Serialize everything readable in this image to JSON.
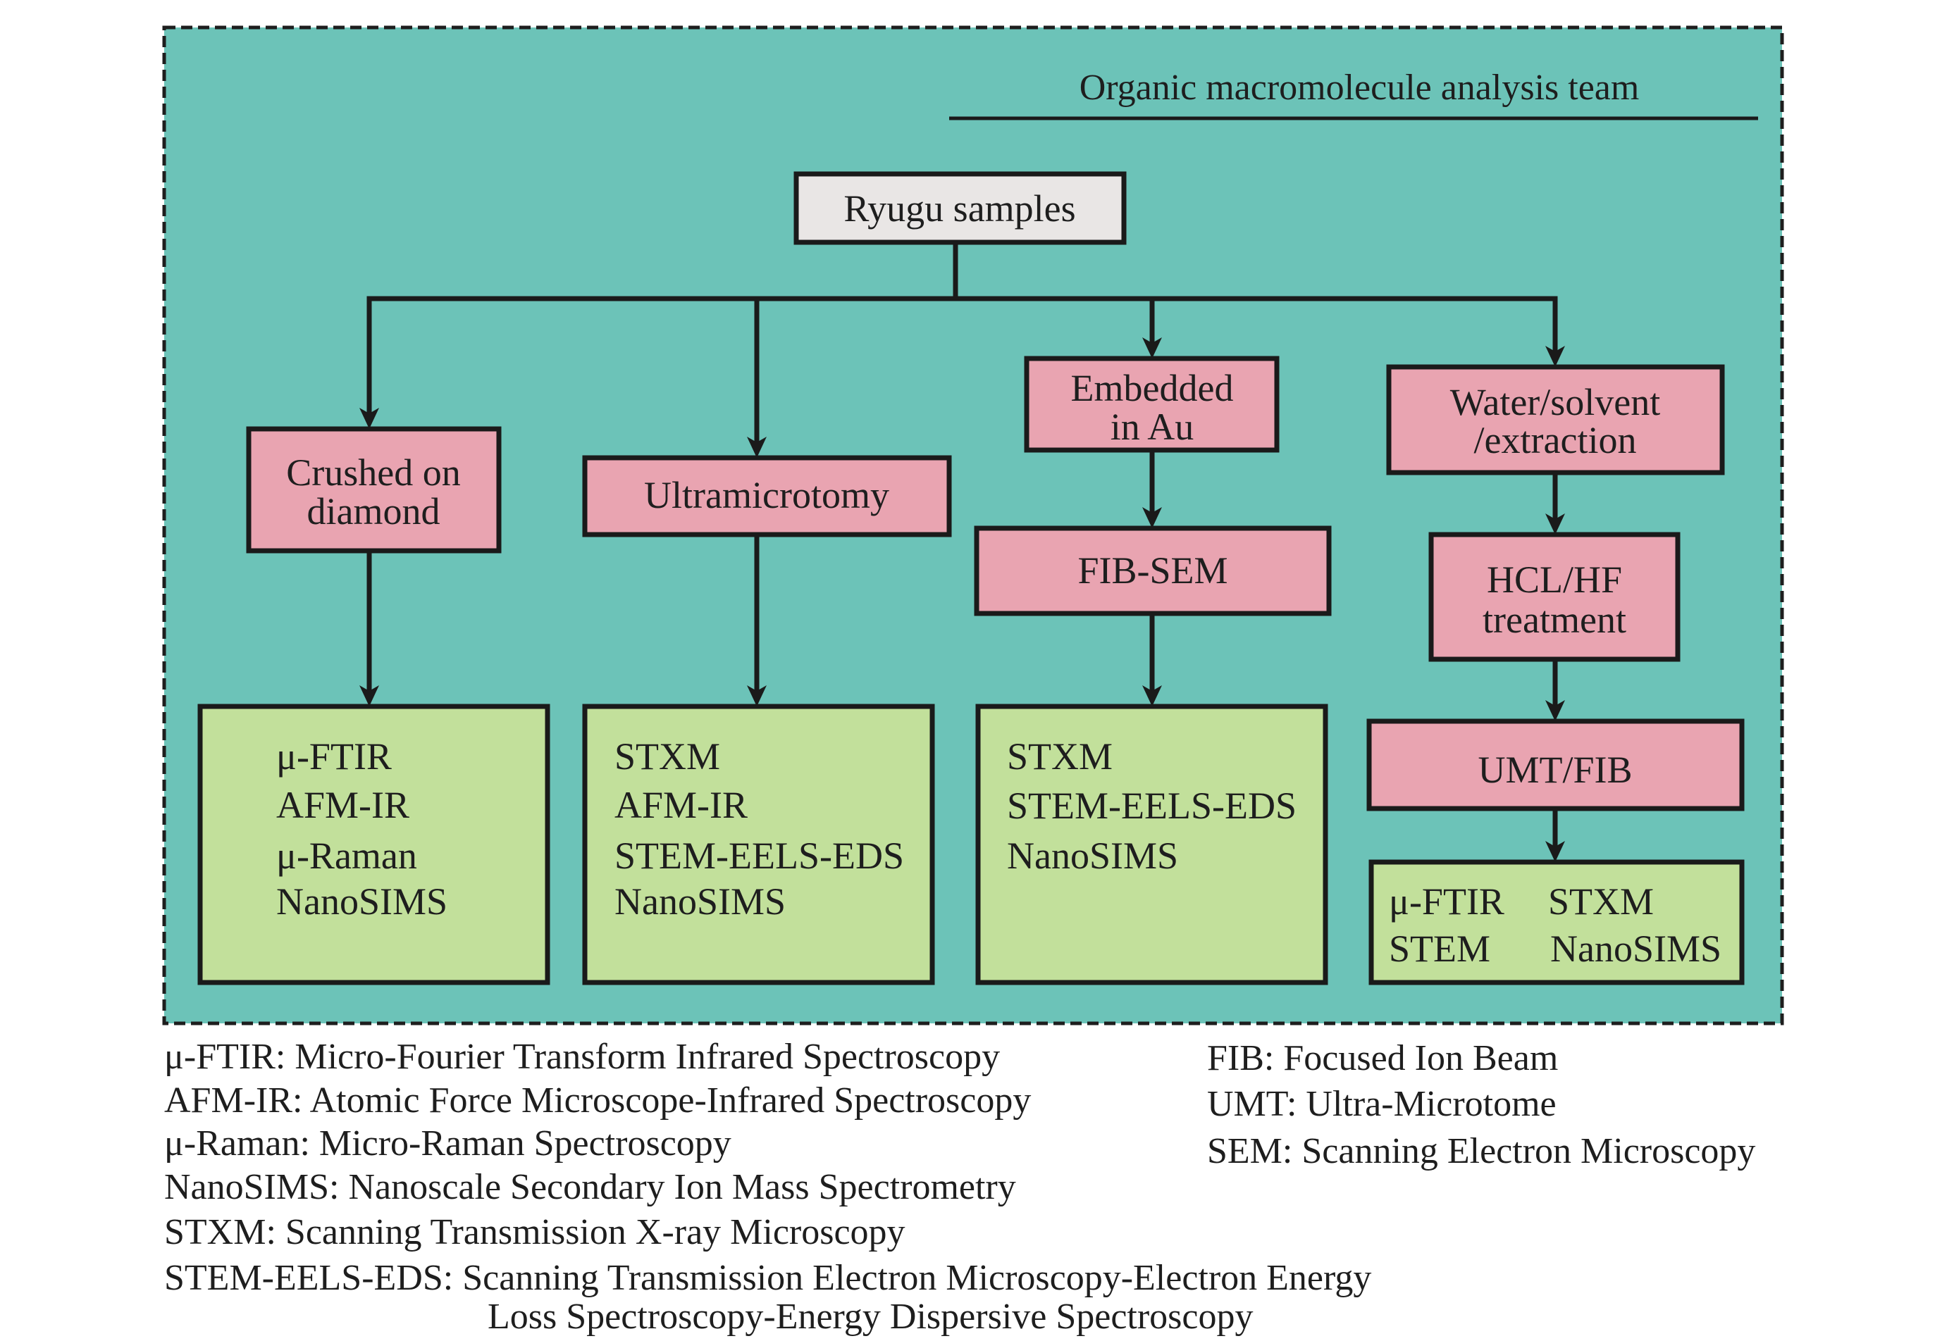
{
  "diagram": {
    "team_label": "Organic macromolecule analysis team",
    "root": "Ryugu samples",
    "prep": {
      "crushed": [
        "Crushed on",
        "diamond"
      ],
      "ultramicrotomy": [
        "Ultramicrotomy"
      ],
      "embedded": [
        "Embedded",
        "in Au"
      ],
      "fib_sem": [
        "FIB-SEM"
      ],
      "water": [
        "Water/solvent",
        "/extraction"
      ],
      "hcl_hf": [
        "HCL/HF",
        "treatment"
      ],
      "umt_fib": [
        "UMT/FIB"
      ]
    },
    "techniques": {
      "crushed": [
        "μ-FTIR",
        "AFM-IR",
        "μ-Raman",
        "NanoSIMS"
      ],
      "ultramicrotomy": [
        "STXM",
        "AFM-IR",
        "STEM-EELS-EDS",
        "NanoSIMS"
      ],
      "fib_sem": [
        "STXM",
        "STEM-EELS-EDS",
        "NanoSIMS"
      ],
      "umt_fib": [
        "μ-FTIR",
        "STXM",
        "STEM",
        "NanoSIMS"
      ]
    }
  },
  "legend": {
    "left": [
      "μ-FTIR: Micro-Fourier Transform Infrared Spectroscopy",
      "AFM-IR: Atomic Force Microscope-Infrared Spectroscopy",
      "μ-Raman: Micro-Raman Spectroscopy",
      "NanoSIMS: Nanoscale Secondary Ion Mass Spectrometry",
      "STXM: Scanning Transmission X-ray Microscopy",
      "STEM-EELS-EDS: Scanning Transmission Electron Microscopy-Electron Energy",
      "Loss Spectroscopy-Energy Dispersive Spectroscopy"
    ],
    "right": [
      "FIB: Focused Ion Beam",
      "UMT: Ultra-Microtome",
      "SEM: Scanning Electron Microscopy"
    ]
  },
  "colors": {
    "panel": "#6cc3b8",
    "root_box": "#e9e6e5",
    "prep_box": "#e9a4b1",
    "technique_box": "#c2e09b"
  }
}
